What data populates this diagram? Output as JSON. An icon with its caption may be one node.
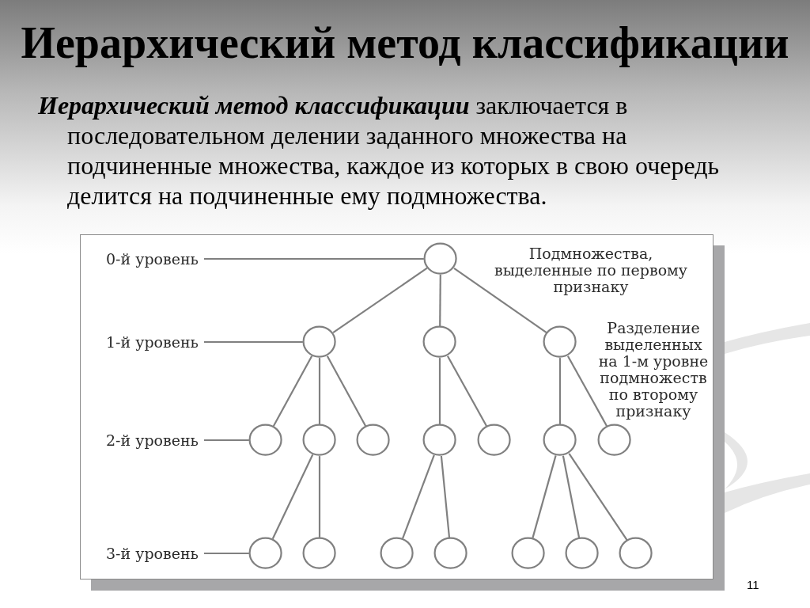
{
  "diagram": {
    "title": "Иерархический метод классификации",
    "nodes": [
      {
        "text": [
          "0-й уровень"
        ]
      },
      {
        "text": [],
        "shape": "circle"
      },
      {
        "text": [
          "1-й уровень"
        ]
      },
      {
        "text": [],
        "shape": "circle"
      },
      {
        "text": [],
        "shape": "circle"
      },
      {
        "text": [],
        "shape": "circle"
      },
      {
        "text": [
          "2-й уровень"
        ]
      },
      {
        "text": [],
        "shape": "circle"
      },
      {
        "text": [],
        "shape": "circle"
      },
      {
        "text": [],
        "shape": "circle"
      },
      {
        "text": [],
        "shape": "circle"
      },
      {
        "text": [],
        "shape": "circle"
      },
      {
        "text": [],
        "shape": "circle"
      },
      {
        "text": [],
        "shape": "circle"
      },
      {
        "text": [
          "3-й уровень"
        ]
      },
      {
        "text": [],
        "shape": "circle"
      },
      {
        "text": [],
        "shape": "circle"
      },
      {
        "text": [],
        "shape": "circle"
      },
      {
        "text": [],
        "shape": "circle"
      },
      {
        "text": [],
        "shape": "circle"
      },
      {
        "text": [],
        "shape": "circle"
      },
      {
        "text": [],
        "shape": "circle"
      }
    ],
    "edges": [
      {
        "from": 0,
        "to": 1,
        "arrow": "none"
      },
      {
        "from": 1,
        "to": 3,
        "arrow": "none"
      },
      {
        "from": 1,
        "to": 4,
        "arrow": "none"
      },
      {
        "from": 1,
        "to": 5,
        "arrow": "none"
      },
      {
        "from": 2,
        "to": 3,
        "arrow": "none"
      },
      {
        "from": 3,
        "to": 7,
        "arrow": "none"
      },
      {
        "from": 3,
        "to": 8,
        "arrow": "none"
      },
      {
        "from": 3,
        "to": 9,
        "arrow": "none"
      },
      {
        "from": 4,
        "to": 10,
        "arrow": "none"
      },
      {
        "from": 4,
        "to": 11,
        "arrow": "none"
      },
      {
        "from": 5,
        "to": 12,
        "arrow": "none"
      },
      {
        "from": 5,
        "to": 13,
        "arrow": "none"
      },
      {
        "from": 6,
        "to": 7,
        "arrow": "none"
      },
      {
        "from": 8,
        "to": 15,
        "arrow": "none"
      },
      {
        "from": 8,
        "to": 16,
        "arrow": "none"
      },
      {
        "from": 10,
        "to": 17,
        "arrow": "none"
      },
      {
        "from": 10,
        "to": 18,
        "arrow": "none"
      },
      {
        "from": 12,
        "to": 19,
        "arrow": "none"
      },
      {
        "from": 12,
        "to": 20,
        "arrow": "none"
      },
      {
        "from": 12,
        "to": 21,
        "arrow": "none"
      },
      {
        "from": 14,
        "to": 15,
        "arrow": "none"
      }
    ],
    "labels": [
      "**Иерархический метод классификации** заключается в последовательном делении заданного множества на подчиненные множества, каждое из которых в свою очередь делится на подчиненные ему подмножества.",
      "Подмножества, выделенные по первому признаку",
      "Разделение выделенных на 1-м уровне подмножеств по второму признаку",
      "11"
    ]
  }
}
